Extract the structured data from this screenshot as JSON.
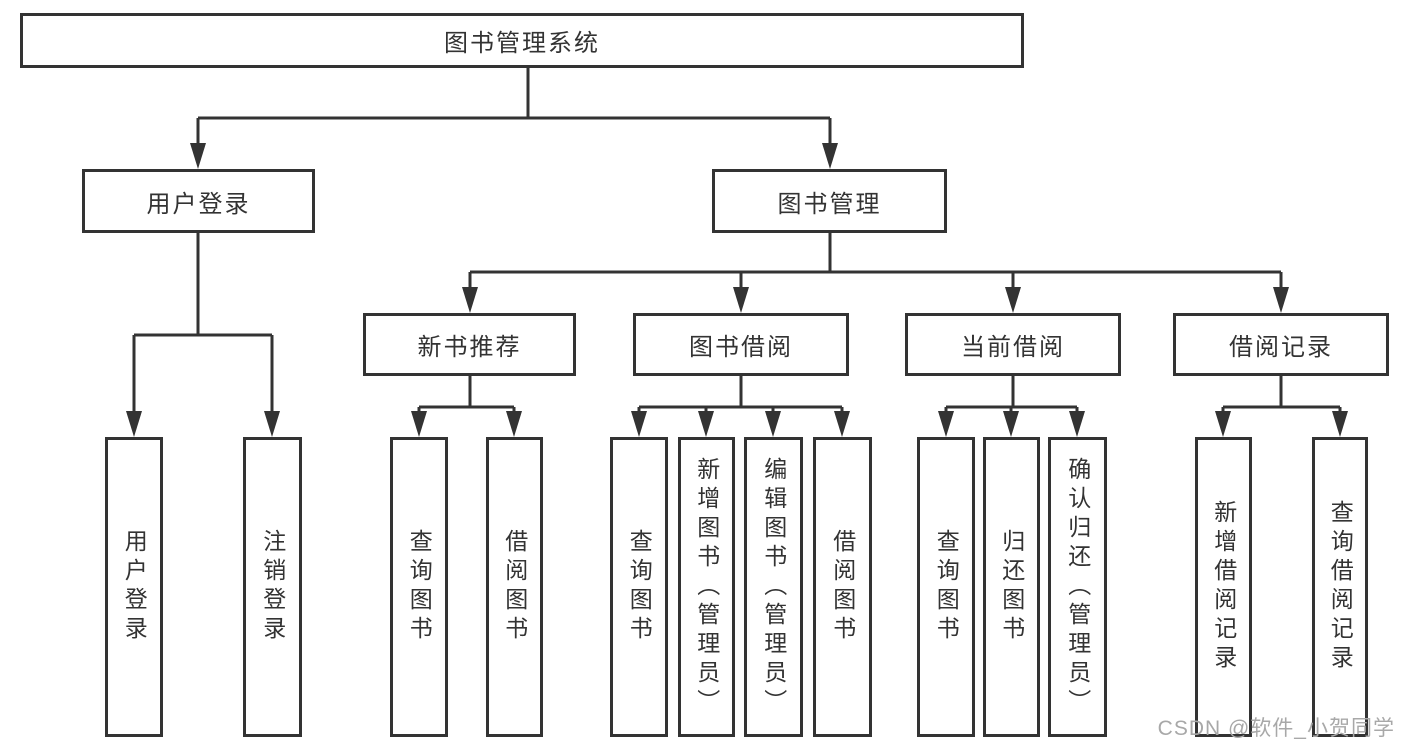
{
  "tree": {
    "root": {
      "label": "图书管理系统",
      "children": [
        {
          "label": "用户登录",
          "children": [
            {
              "label": "用户登录"
            },
            {
              "label": "注销登录"
            }
          ]
        },
        {
          "label": "图书管理",
          "children": [
            {
              "label": "新书推荐",
              "children": [
                {
                  "label": "查询图书"
                },
                {
                  "label": "借阅图书"
                }
              ]
            },
            {
              "label": "图书借阅",
              "children": [
                {
                  "label": "查询图书"
                },
                {
                  "label": "新增图书（管理员）"
                },
                {
                  "label": "编辑图书（管理员）"
                },
                {
                  "label": "借阅图书"
                }
              ]
            },
            {
              "label": "当前借阅",
              "children": [
                {
                  "label": "查询图书"
                },
                {
                  "label": "归还图书"
                },
                {
                  "label": "确认归还（管理员）"
                }
              ]
            },
            {
              "label": "借阅记录",
              "children": [
                {
                  "label": "新增借阅记录"
                },
                {
                  "label": "查询借阅记录"
                }
              ]
            }
          ]
        }
      ]
    }
  },
  "watermark": {
    "text": "CSDN @软件_小贺同学"
  },
  "colors": {
    "line": "#333333",
    "text": "#333333",
    "box_bg": "#ffffff",
    "watermark": "#a8a8a8"
  }
}
